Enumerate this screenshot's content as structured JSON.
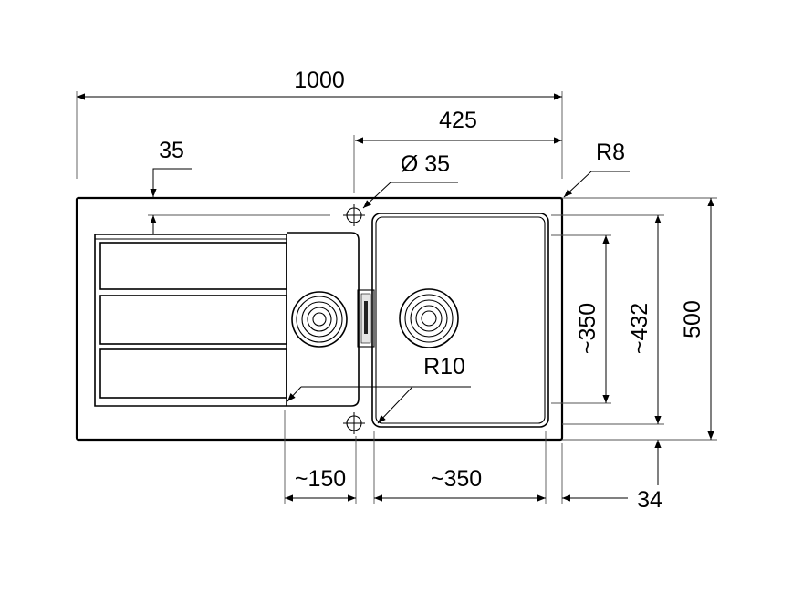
{
  "dimensions": {
    "overall_width": "1000",
    "bowl_offset_width": "425",
    "drainer_inset": "35",
    "tap_hole": "Ø 35",
    "corner_radius_outer": "R8",
    "corner_radius_inner": "R10",
    "bowl_length": "~350",
    "bowl_depth_length": "~432",
    "overall_depth": "500",
    "small_bowl_width": "~150",
    "main_bowl_width": "~350",
    "edge_offset": "34"
  },
  "colors": {
    "line": "#000000",
    "background": "#ffffff"
  }
}
